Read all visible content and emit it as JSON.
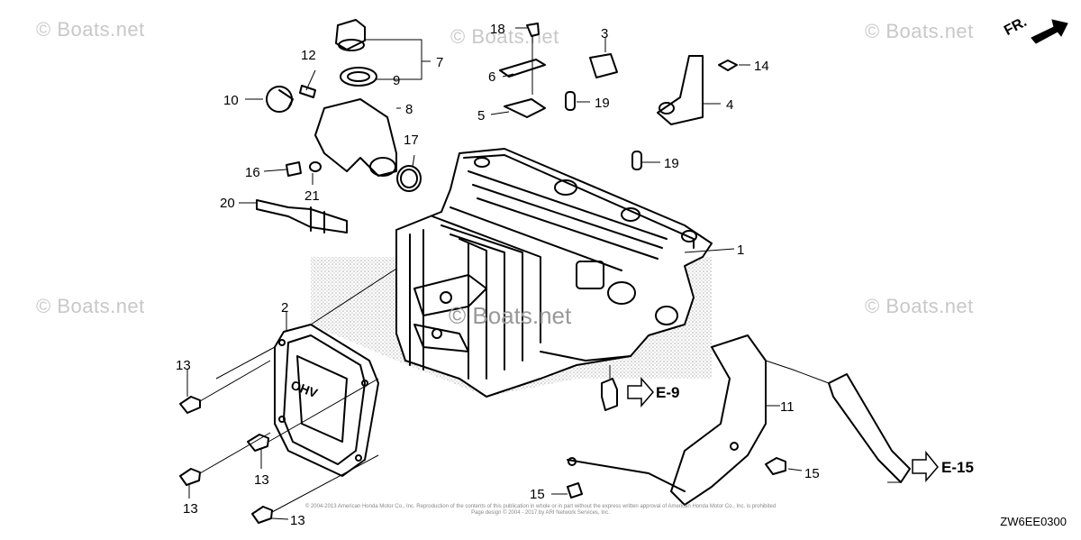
{
  "watermark": "© Boats.net",
  "center_watermark": "© Boats.net",
  "diagram_code": "ZW6EE0300",
  "front_marker": "FR.",
  "copyright_line1": "© 2004-2013 American Honda Motor Co., Inc. Reproduction of the contents of this publication in whole or in part without the express written approval of American Honda Motor Co., Inc. is prohibited",
  "copyright_line2": "Page design © 2004 - 2017 by ARI Network Services, Inc.",
  "references": {
    "e9": "E-9",
    "e15": "E-15"
  },
  "callouts": {
    "c1": "1",
    "c2": "2",
    "c3": "3",
    "c4": "4",
    "c5": "5",
    "c6": "6",
    "c7": "7",
    "c8": "8",
    "c9": "9",
    "c10": "10",
    "c11": "11",
    "c12": "12",
    "c13a": "13",
    "c13b": "13",
    "c13c": "13",
    "c13d": "13",
    "c14": "14",
    "c15a": "15",
    "c15b": "15",
    "c16": "16",
    "c17": "17",
    "c18": "18",
    "c19a": "19",
    "c19b": "19",
    "c20": "20",
    "c21": "21"
  }
}
